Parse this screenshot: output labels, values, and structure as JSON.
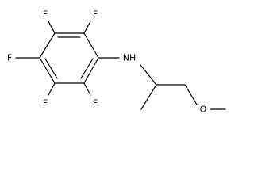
{
  "molecule": {
    "atoms": {
      "f_top_left": "F",
      "f_top_right": "F",
      "f_left": "F",
      "f_bottom_left": "F",
      "f_bottom_right": "F",
      "nh": "NH",
      "o": "O"
    }
  }
}
